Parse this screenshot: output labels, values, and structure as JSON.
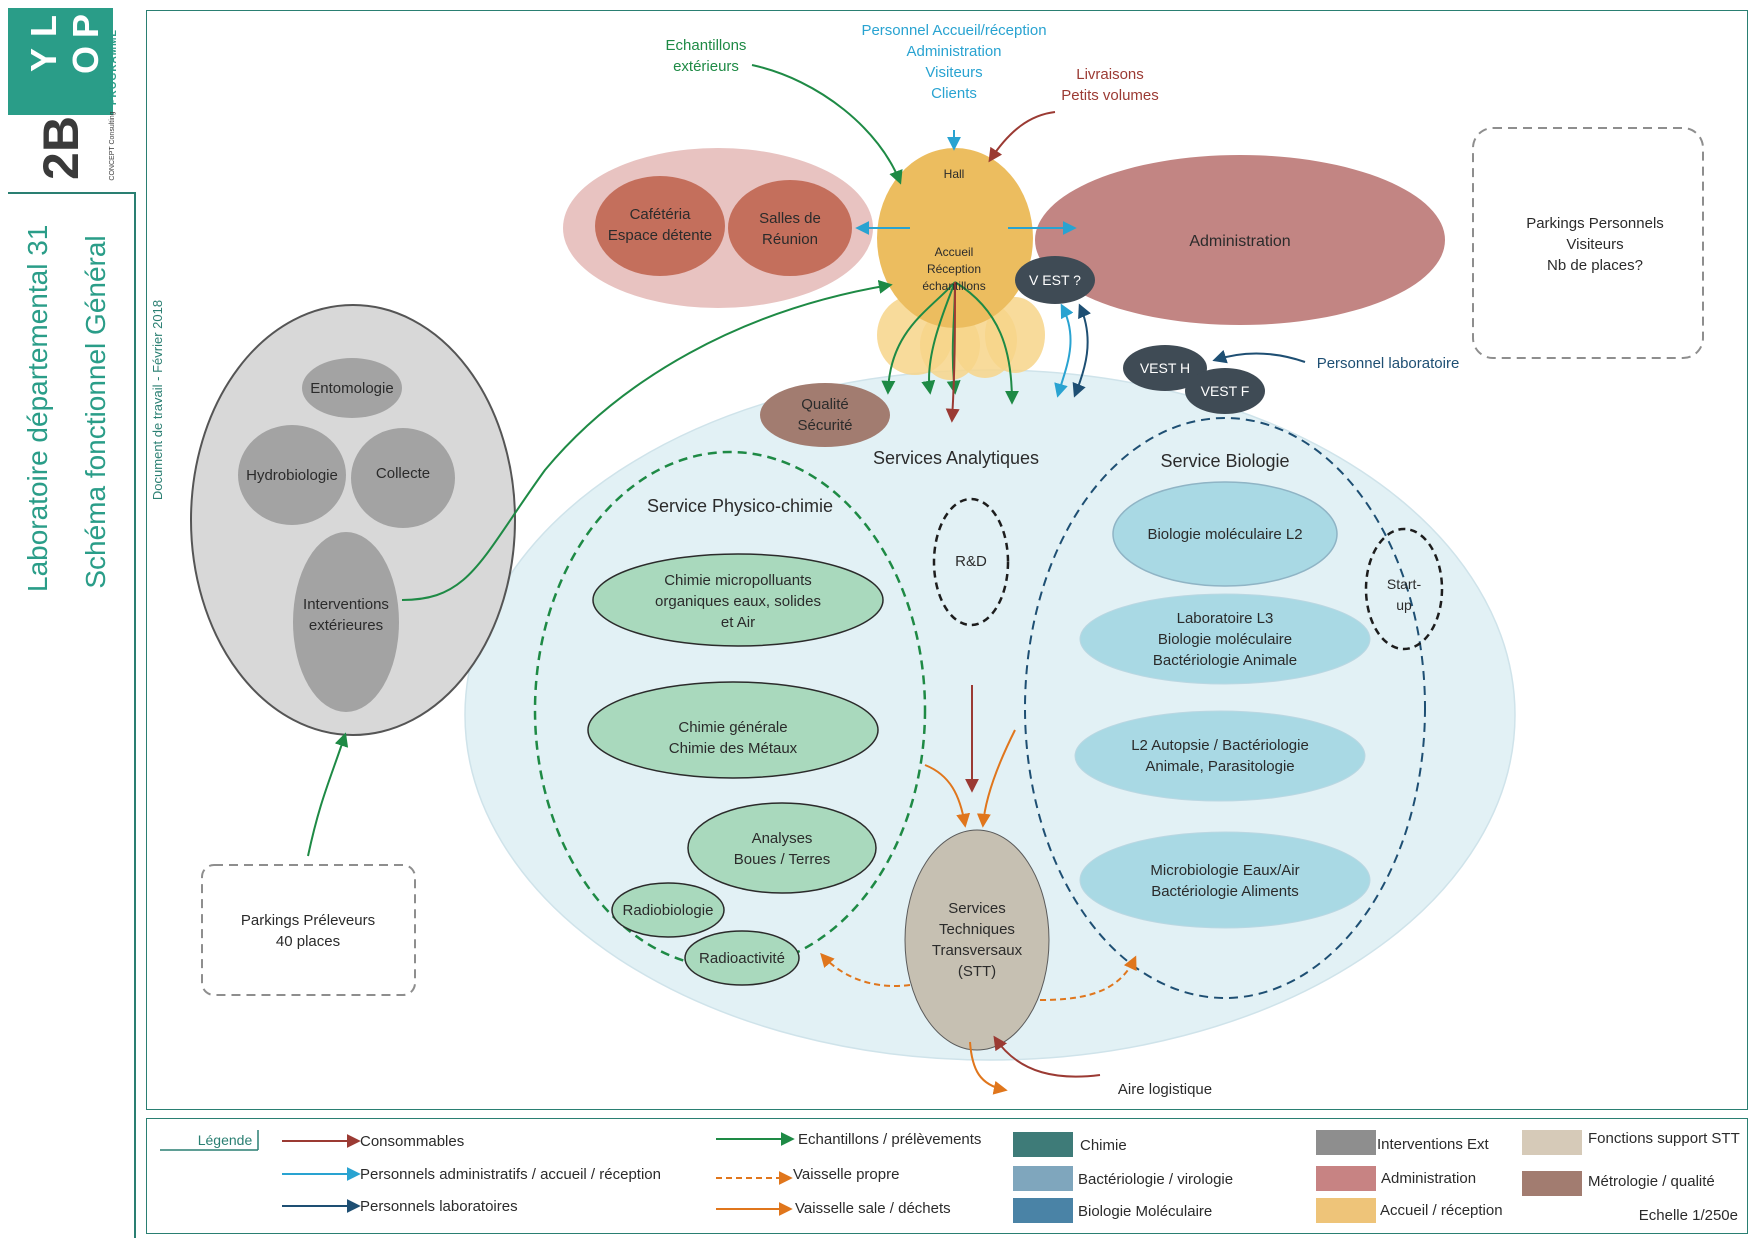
{
  "logo": {
    "letters": [
      "P",
      "O",
      "L",
      "Y"
    ],
    "brand": "2B",
    "programme": "PROGRAMME",
    "concept": "CONCEPT",
    "consulting": "Consulting",
    "colors": {
      "teal": "#2a9d88",
      "dark": "#3a3a3a"
    }
  },
  "sidebar": {
    "title_line1": "Laboratoire départemental 31",
    "title_line2": "Schéma fonctionnel Général",
    "doc_note": "Document de travail - Février 2018"
  },
  "diagram": {
    "inputs": {
      "echantillons_ext": [
        "Echantillons",
        "extérieurs"
      ],
      "personnel_accueil": [
        "Personnel Accueil/réception",
        "Administration",
        "Visiteurs",
        "Clients"
      ],
      "livraisons": [
        "Livraisons",
        "Petits volumes"
      ]
    },
    "hall": "Hall",
    "accueil": [
      "Accueil",
      "Réception",
      "échantillons"
    ],
    "cafeteria": [
      "Cafétéria",
      "Espace détente"
    ],
    "salles_reunion": [
      "Salles de",
      "Réunion"
    ],
    "administration": "Administration",
    "vest": "V EST ?",
    "vest_h": "VEST H",
    "vest_f": "VEST F",
    "personnel_labo": "Personnel laboratoire",
    "parkings_personnels": [
      "Parkings Personnels",
      "Visiteurs",
      "Nb de places?"
    ],
    "qualite": [
      "Qualité",
      "Sécurité"
    ],
    "services_analytiques": "Services Analytiques",
    "service_physico": "Service Physico-chimie",
    "service_bio": "Service Biologie",
    "rd": "R&D",
    "startup": [
      "Start-",
      "up"
    ],
    "physico_items": [
      [
        "Chimie micropolluants",
        "organiques eaux, solides",
        "et Air"
      ],
      [
        "Chimie générale",
        "Chimie des Métaux"
      ],
      [
        "Analyses",
        "Boues / Terres"
      ],
      [
        "Radiobiologie"
      ],
      [
        "Radioactivité"
      ]
    ],
    "bio_items": [
      [
        "Biologie moléculaire  L2"
      ],
      [
        "Laboratoire L3",
        "Biologie moléculaire",
        "Bactériologie Animale"
      ],
      [
        "L2 Autopsie / Bactériologie",
        "Animale, Parasitologie"
      ],
      [
        "Microbiologie Eaux/Air",
        "Bactériologie Aliments"
      ]
    ],
    "stt": [
      "Services",
      "Techniques",
      "Transversaux",
      "(STT)"
    ],
    "aire_logistique": "Aire logistique",
    "interventions_group": {
      "entomologie": "Entomologie",
      "hydrobiologie": "Hydrobiologie",
      "collecte": "Collecte",
      "interventions": [
        "Interventions",
        "extérieures"
      ]
    },
    "parkings_preleveurs": [
      "Parkings Préleveurs",
      "40 places"
    ]
  },
  "legend": {
    "title": "Légende",
    "arrows": [
      {
        "label": "Consommables",
        "color": "#9b3a33",
        "dash": false
      },
      {
        "label": "Personnels administratifs / accueil / réception",
        "color": "#29a3d1",
        "dash": false
      },
      {
        "label": "Personnels laboratoires",
        "color": "#1e4f73",
        "dash": false
      },
      {
        "label": "Echantillons / prélèvements",
        "color": "#1e8a45",
        "dash": false
      },
      {
        "label": "Vaisselle propre",
        "color": "#e0761c",
        "dash": true
      },
      {
        "label": "Vaisselle sale / déchets",
        "color": "#e0761c",
        "dash": false
      }
    ],
    "swatches": [
      {
        "label": "Chimie",
        "color": "#3e7b78"
      },
      {
        "label": "Bactériologie / virologie",
        "color": "#7fa6bd"
      },
      {
        "label": "Biologie Moléculaire",
        "color": "#4a83a6"
      },
      {
        "label": "Interventions Ext",
        "color": "#8e8e8e"
      },
      {
        "label": "Administration",
        "color": "#c78383"
      },
      {
        "label": "Accueil / réception",
        "color": "#eec479"
      },
      {
        "label": "Fonctions support STT",
        "color": "#d6cab8"
      },
      {
        "label": "Métrologie / qualité",
        "color": "#a27c70"
      }
    ],
    "scale": "Echelle 1/250e"
  }
}
